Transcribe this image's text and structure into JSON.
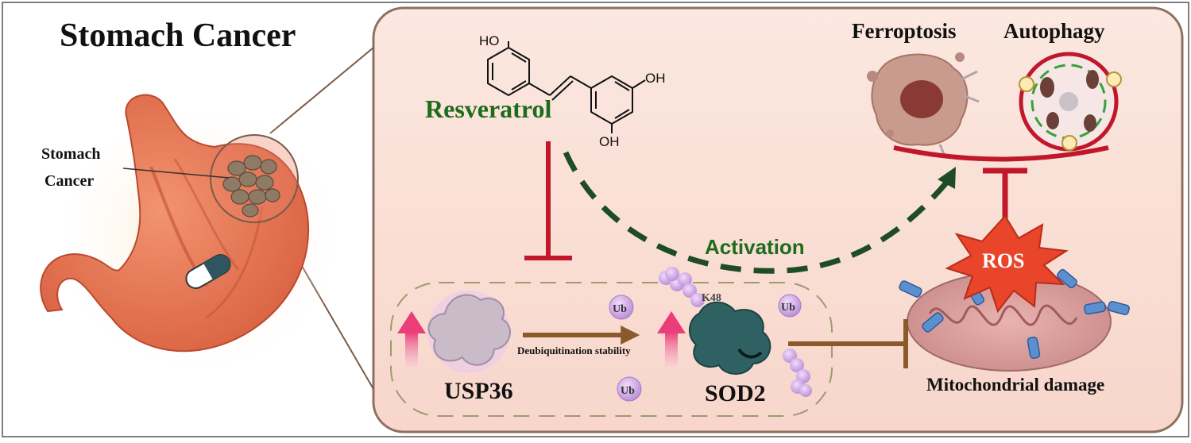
{
  "title": "Stomach Cancer",
  "stomach_label_line1": "Stomach",
  "stomach_label_line2": "Cancer",
  "drug": {
    "name": "Resveratrol",
    "oh_top": "HO",
    "oh_right": "OH",
    "oh_bottom": "OH"
  },
  "outcomes": {
    "ferroptosis": "Ferroptosis",
    "autophagy": "Autophagy"
  },
  "activation_label": "Activation",
  "ros_label": "ROS",
  "mito_label": "Mitochondrial damage",
  "usp36_label": "USP36",
  "sod2_label": "SOD2",
  "deubiq_label": "Deubiquitination stability",
  "ub_label": "Ub",
  "k48_label": "K48",
  "colors": {
    "green": "#1f6b1c",
    "inhibit_red": "#c0182a",
    "brown_arrow": "#8a5a2b",
    "panel_fill": "#fbe4dc",
    "ub_purple": "#c79be0",
    "ros_orange": "#e8452a"
  }
}
